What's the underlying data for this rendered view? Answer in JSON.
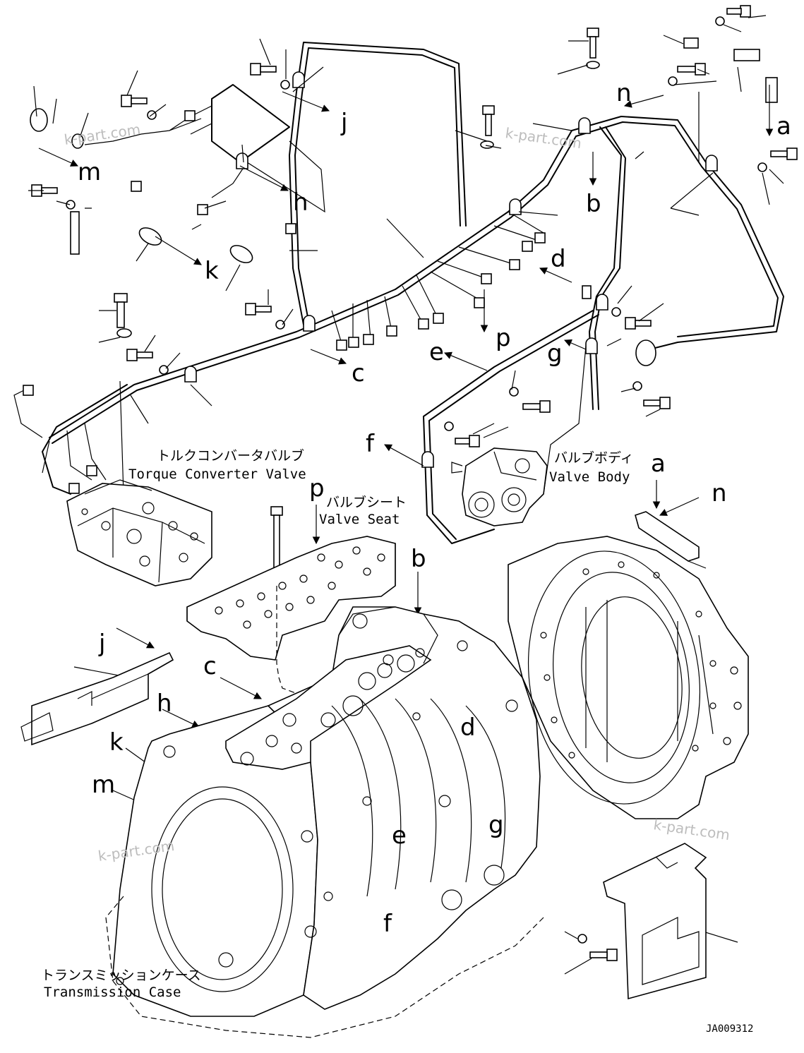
{
  "callout_letters": [
    "a",
    "b",
    "c",
    "d",
    "e",
    "f",
    "g",
    "h",
    "j",
    "k",
    "m",
    "n",
    "p"
  ],
  "labels": {
    "torque_converter_valve_jp": "トルクコンバータバルブ",
    "torque_converter_valve_en": "Torque Converter Valve",
    "valve_body_jp": "バルブボディ",
    "valve_body_en": "Valve Body",
    "valve_seat_jp": "バルブシート",
    "valve_seat_en": "Valve Seat",
    "transmission_case_jp": "トランスミッションケース",
    "transmission_case_en": "Transmission Case"
  },
  "watermark": "k-part.com",
  "drawing_code": "JA009312"
}
